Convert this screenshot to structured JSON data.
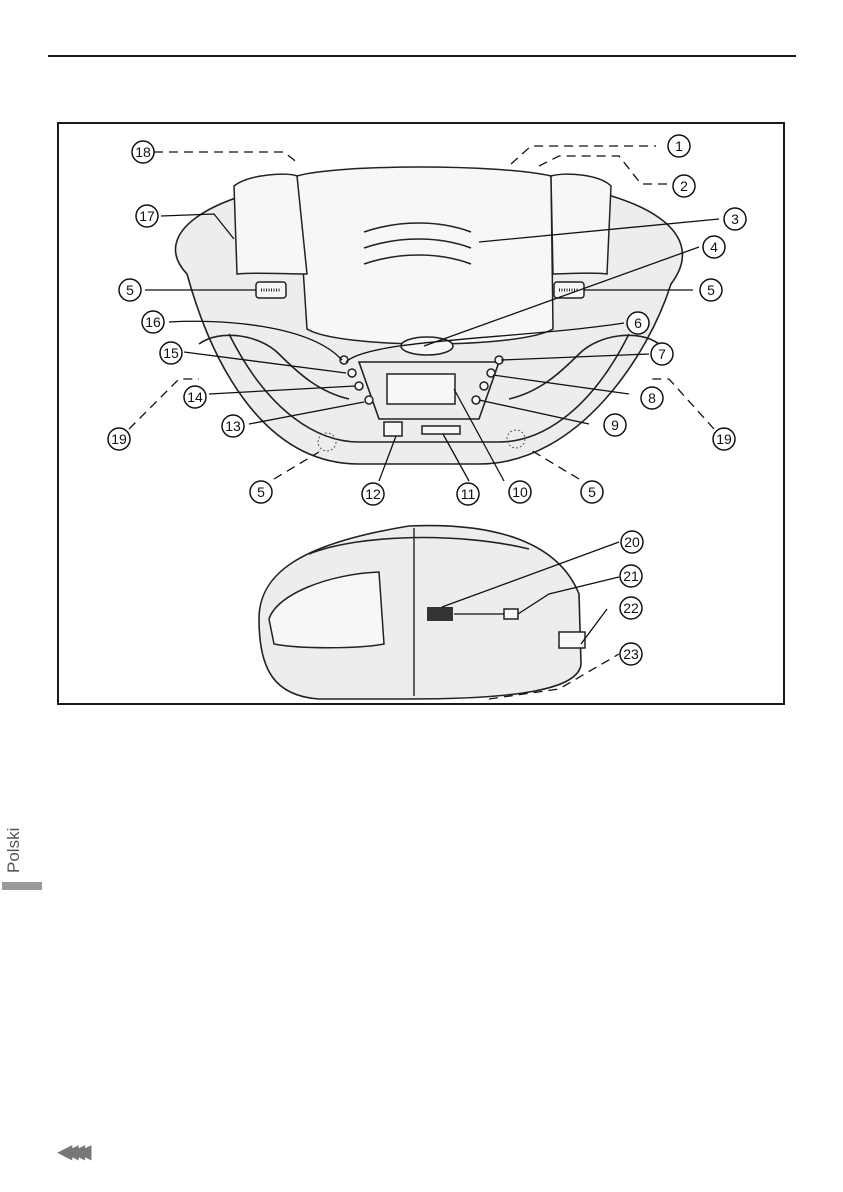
{
  "page": {
    "language_tab": "Polski",
    "nav_icon": "back-arrows-icon"
  },
  "diagram": {
    "callouts": [
      "1",
      "2",
      "3",
      "4",
      "5",
      "5",
      "5",
      "5",
      "6",
      "7",
      "8",
      "9",
      "10",
      "11",
      "12",
      "13",
      "14",
      "15",
      "16",
      "17",
      "18",
      "19",
      "19",
      "20",
      "21",
      "22",
      "23"
    ]
  }
}
